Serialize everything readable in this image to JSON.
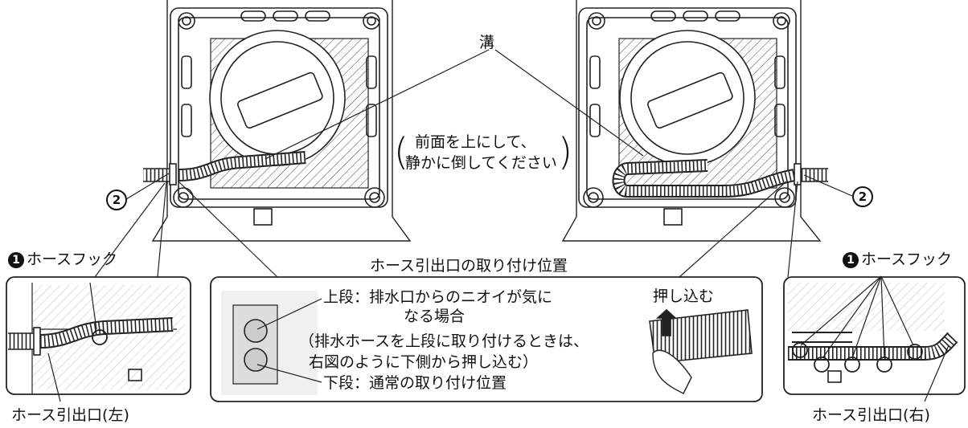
{
  "labels": {
    "groove": "溝",
    "instruction": [
      "前面を上にして、",
      "静かに倒してください"
    ],
    "position_title": "ホース引出口の取り付け位置",
    "upper": [
      "上段：排水口からのニオイが気に",
      "なる場合"
    ],
    "note": [
      "（排水ホースを上段に取り付けるときは、",
      "右図のように下側から押し込む）"
    ],
    "lower": "下段：通常の取り付け位置",
    "push": "押し込む",
    "hose_hook": "ホースフック",
    "hose_outlet_left": "ホース引出口(左)",
    "hose_outlet_right": "ホース引出口(右)",
    "num1": "1",
    "num2": "2"
  }
}
